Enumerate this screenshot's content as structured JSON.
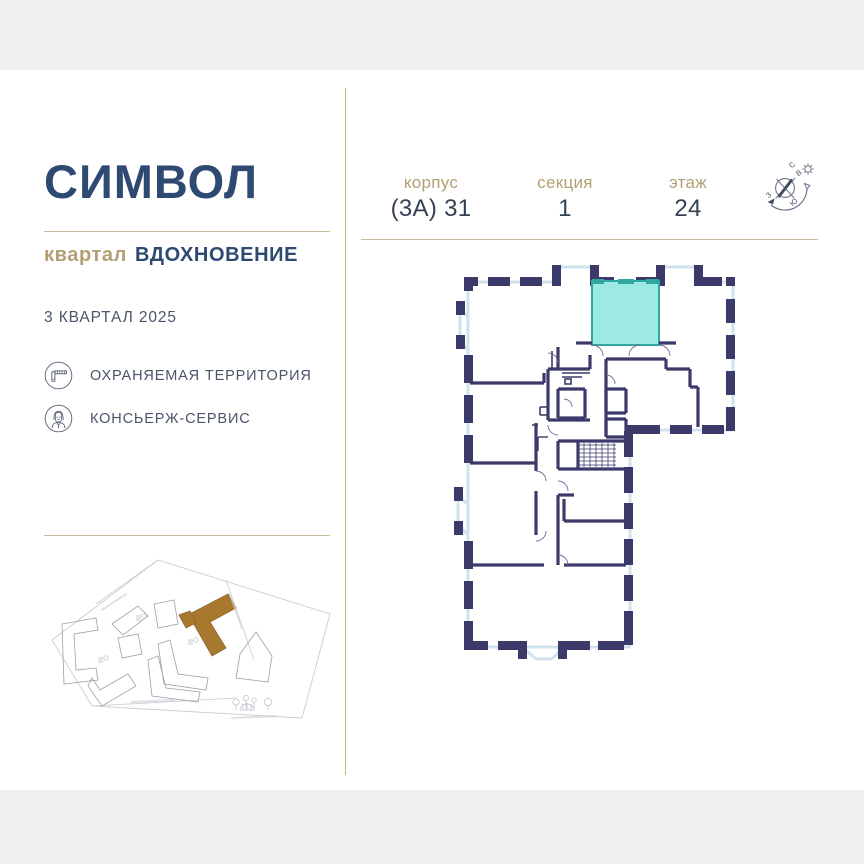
{
  "brand": {
    "logo": "СИМВОЛ",
    "sub_prefix": "квартал",
    "sub_name": "ВДОХНОВЕНИЕ",
    "navy": "#2f4a72",
    "gold": "#b3a072",
    "rule": "#cbbd97"
  },
  "left_panel": {
    "deadline": "3 КВАРТАЛ 2025",
    "features": [
      {
        "icon": "barrier-gate-icon",
        "label": "ОХРАНЯЕМАЯ ТЕРРИТОРИЯ"
      },
      {
        "icon": "concierge-person-icon",
        "label": "КОНСЬЕРЖ-СЕРВИС"
      }
    ],
    "siteplan": {
      "name": "site-plan",
      "highlight_color": "#a8782f",
      "outline_color": "#9aa0ab"
    }
  },
  "right_panel": {
    "meta": [
      {
        "key": "корпус",
        "value": "(3А) 31"
      },
      {
        "key": "секция",
        "value": "1"
      },
      {
        "key": "этаж",
        "value": "24"
      }
    ],
    "compass": {
      "name": "compass-rose-icon",
      "north": "С",
      "east": "В",
      "south": "Ю",
      "west": "З"
    },
    "floorplan": {
      "name": "floor-plan",
      "wall_color": "#3b3a6b",
      "highlight_fill": "#9ceae1",
      "highlight_stroke": "#2fa8a0"
    }
  },
  "page": {
    "background": "#efefef",
    "card_background": "#ffffff"
  }
}
